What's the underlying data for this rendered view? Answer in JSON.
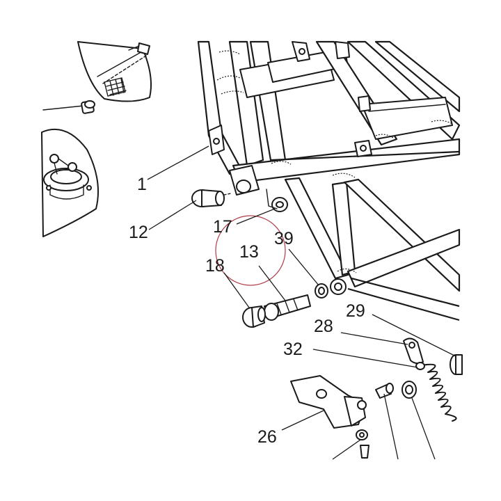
{
  "callouts": {
    "c1": "1",
    "c12": "12",
    "c17": "17",
    "c13": "13",
    "c39": "39",
    "c18": "18",
    "c29": "29",
    "c28": "28",
    "c32": "32",
    "c26": "26"
  },
  "colors": {
    "line": "#1a1a1a",
    "highlight_circle": "#b03a48",
    "background": "#ffffff"
  }
}
